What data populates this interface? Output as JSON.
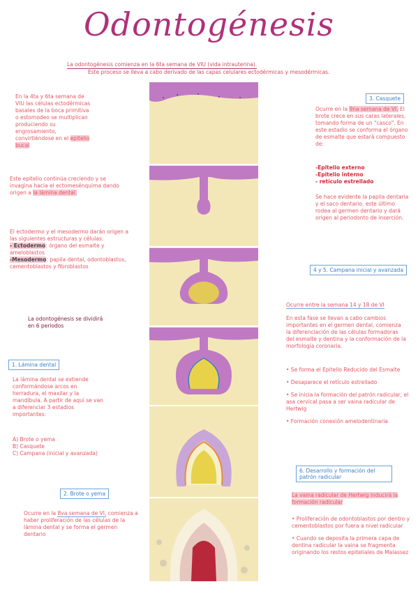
{
  "title": "Odontogénesis",
  "intro": {
    "line1": "La odontogénesis comienza en la 6ta semana de VIU (vida intrauterina).",
    "line2": "Este proceso se lleva a cabo derivado de las capas celulares ectodérmicas y mesodérmicas."
  },
  "left": {
    "p1": "En la 4ta y 6ta semana de VIU las células ectodérmicas basales de la boca primitiva o estomodeo se multiplican produciendo su engrosamiento, convirtiéndose en el",
    "p1_hl": "epitelio bucal",
    "p2": "Este epitelio continúa creciendo y se invagina hacia el ectomesénquima dando origen a",
    "p2_hl": "la lámina dental.",
    "p3": "El ectodermo y el mesodermo darán origen a las siguientes estructuras y células:",
    "p3_ecto_label": "- Ectodermo",
    "p3_ecto": ": órgano del esmalte y ameloblastos",
    "p3_meso_label": "-Mesodermo",
    "p3_meso": ": papila dental, odontoblastos, cementoblastos y fibroblastos",
    "periods": "La odontogénesis se dividirá en 6 periodos",
    "s1_label": "1. Lámina dental",
    "s1_text": "La lámina dental se extiende conformándose arcos en herradura, el maxilar y la mandíbula. A partir de aquí se van a diferenciar 3 estadios importantes:",
    "s1_items": [
      "A) Brote o yema",
      "B) Casquete",
      "C) Campana (inicial y avanzada)"
    ],
    "s2_label": "2. Brote o yema",
    "s2_pre": "Ocurre en la",
    "s2_hl": "8va semana de VI,",
    "s2_text": "comienza a haber proliferación de las células de la lámina dental y se forma el germen dentario"
  },
  "right": {
    "s3_label": "3. Casquete",
    "s3_pre": "Ocurre en la",
    "s3_hl": "9na semana de VI.",
    "s3_text": "El brote crece en sus caras laterales, tomando forma de un \"casco\". En este estadio se conforma el órgano de esmalte que estará compuesto de:",
    "s3_items": [
      "-Epitelio externo",
      "-Epitelio interno",
      "- retículo estrellado"
    ],
    "s3_after": "Se hace evidente la papila dentaria y el saco dentario, este último rodea al germen dentario y dará origen al periodonto de inserción.",
    "s4_label": "4 y 5. Campana inicial y avanzada",
    "s4_intro": "Ocurre entre la semana 14 y 18 de VI",
    "s4_text": "En esta fase se llevan a cabo cambios importantes en el germen dental, comienza la diferenciación de las células formadoras del esmalte y dentina y la conformación de la morfología coronaria.",
    "s4_bullets": [
      "• Se forma el Epitelio Reducido del Esmalte",
      "• Desaparece el retículo estrellado",
      "• Se inicia la formación del patrón radicular, el asa cervical pasa a ser vaina radicular de Hertwig",
      "• Formación conexión amelodentinaria"
    ],
    "s6_label": "6. Desarrollo y formación del patrón radicular",
    "s6_hl": "La vaina radicular de Hertwig inducirá la formación radicular",
    "s6_bullets": [
      "• Proliferación de odontoblastos por dentro y cementoblastos por fuera a nivel radicular",
      "• Cuando se deposita la primera capa de dentina radicular la vaina se fragmenta originando los restos epiteliales de Malassez"
    ]
  }
}
